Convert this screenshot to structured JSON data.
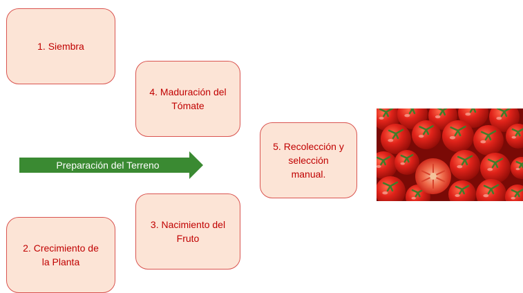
{
  "steps": {
    "s1": "1. Siembra",
    "s2": "2.  Crecimiento de\nla Planta",
    "s3": "3. Nacimiento del\nFruto",
    "s4": "4. Maduración del\nTómate",
    "s5": "5. Recolección y\nselección\nmanual."
  },
  "arrow": {
    "label": "Preparación del Terreno",
    "color": "#3a8a32"
  },
  "colors": {
    "box_fill": "#fce4d6",
    "box_border": "#d9534f",
    "box_text": "#c00000"
  },
  "image": {
    "icon": "tomatoes-photo"
  }
}
